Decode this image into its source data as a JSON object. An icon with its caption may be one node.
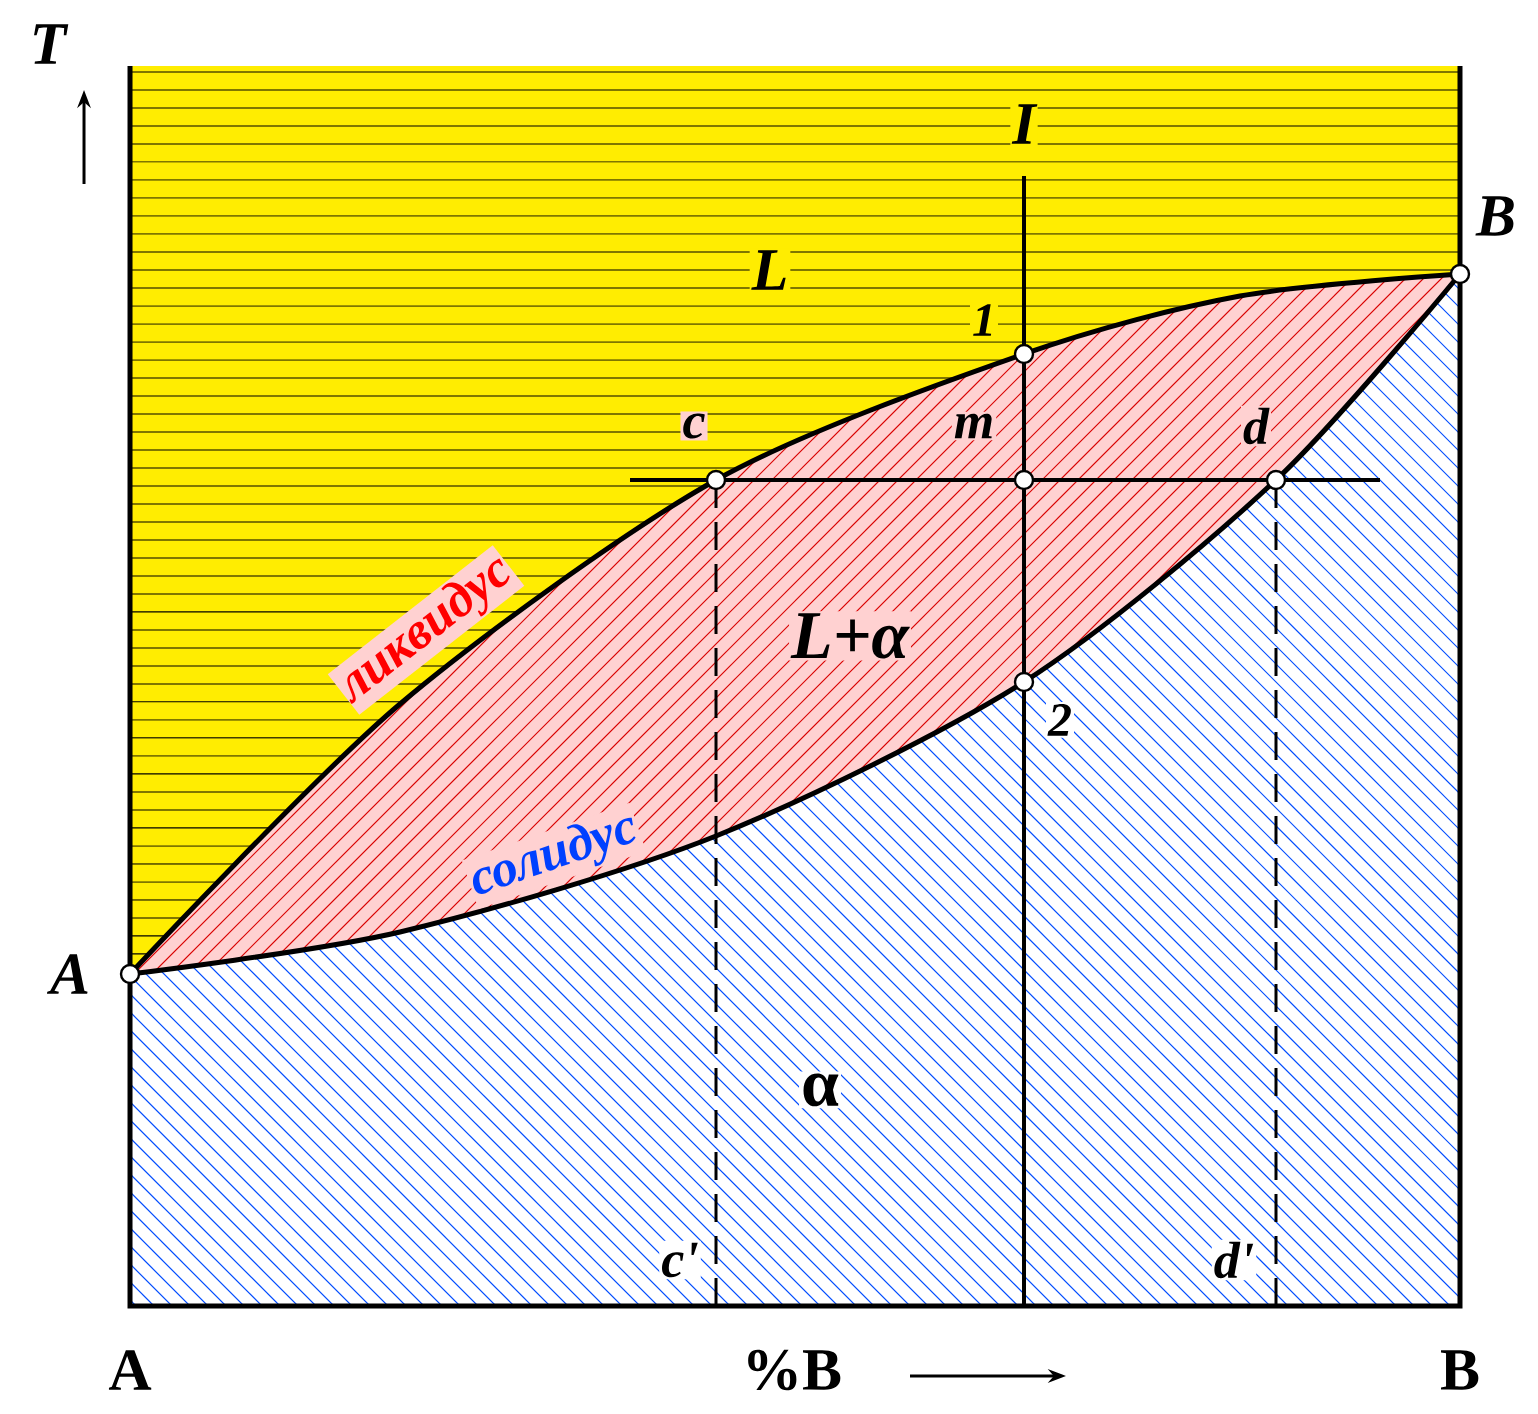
{
  "diagram": {
    "labels": [
      "T",
      "I",
      "B",
      "L",
      "1",
      "c",
      "m",
      "d",
      "L+α",
      "ликвидус",
      "2",
      "солидус",
      "A",
      "α",
      "c'",
      "d'",
      "A",
      "%B",
      "B"
    ]
  }
}
